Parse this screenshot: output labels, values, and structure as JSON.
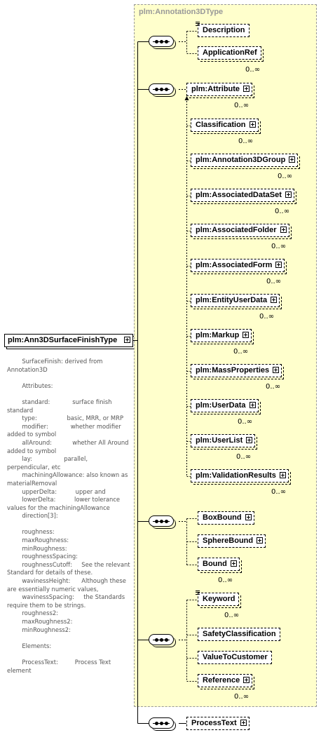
{
  "group_title": "plm:Annotation3DType",
  "root": {
    "label": "plm:Ann3DSurfaceFinishType"
  },
  "documentation": "        SurfaceFinish: derived from Annotation3D\n\n        Attributes:\n\n        standard:            surface finish standard\n        type:                basic, MRR, or MRP\n        modifier:            whether modifier added to symbol\n        allAround:           whether All Around added to symbol\n        lay:                 parallel, perpendicular, etc\n        machiningAllowance: also known as materialRemoval\n        upperDelta:          upper and\n        lowerDelta:          lower tolerance values for the machiningAllowance\n        direction[3]:\n\n        roughness:\n        maxRoughness:\n        minRoughness:\n        roughnessSpacing:\n        roughnessCutoff:     See the relevant Standard for details of these.\n        wavinessHeight:      Although these are essentially numeric values,\n        wavinessSpacing:     the Standards require them to be strings.\n        roughness2:\n        maxRoughness2:\n        minRoughness2:\n\n        Elements:\n\n        ProcessText:         Process Text element",
  "elements": {
    "description": {
      "label": "Description"
    },
    "application_ref": {
      "label": "ApplicationRef",
      "card": "0..∞"
    },
    "attribute": {
      "label": "plm:Attribute",
      "card": "0..∞"
    },
    "classification": {
      "label": "Classification",
      "card": "0..∞"
    },
    "annotation3d_group": {
      "label": "plm:Annotation3DGroup",
      "card": "0..∞"
    },
    "associated_data_set": {
      "label": "plm:AssociatedDataSet",
      "card": "0..∞"
    },
    "associated_folder": {
      "label": "plm:AssociatedFolder",
      "card": "0..∞"
    },
    "associated_form": {
      "label": "plm:AssociatedForm",
      "card": "0..∞"
    },
    "entity_user_data": {
      "label": "plm:EntityUserData",
      "card": "0..∞"
    },
    "markup": {
      "label": "plm:Markup",
      "card": "0..∞"
    },
    "mass_properties": {
      "label": "plm:MassProperties",
      "card": "0..∞"
    },
    "user_data": {
      "label": "plm:UserData",
      "card": "0..∞"
    },
    "user_list": {
      "label": "plm:UserList",
      "card": "0..∞"
    },
    "validation_results": {
      "label": "plm:ValidationResults",
      "card": "0..∞"
    },
    "box_bound": {
      "label": "BoxBound"
    },
    "sphere_bound": {
      "label": "SphereBound"
    },
    "bound": {
      "label": "Bound",
      "card": "0..∞"
    },
    "keyword": {
      "label": "Keyword",
      "card": "0..∞"
    },
    "safety_classification": {
      "label": "SafetyClassification"
    },
    "value_to_customer": {
      "label": "ValueToCustomer"
    },
    "reference": {
      "label": "Reference",
      "card": "0..∞"
    },
    "process_text": {
      "label": "ProcessText"
    }
  }
}
